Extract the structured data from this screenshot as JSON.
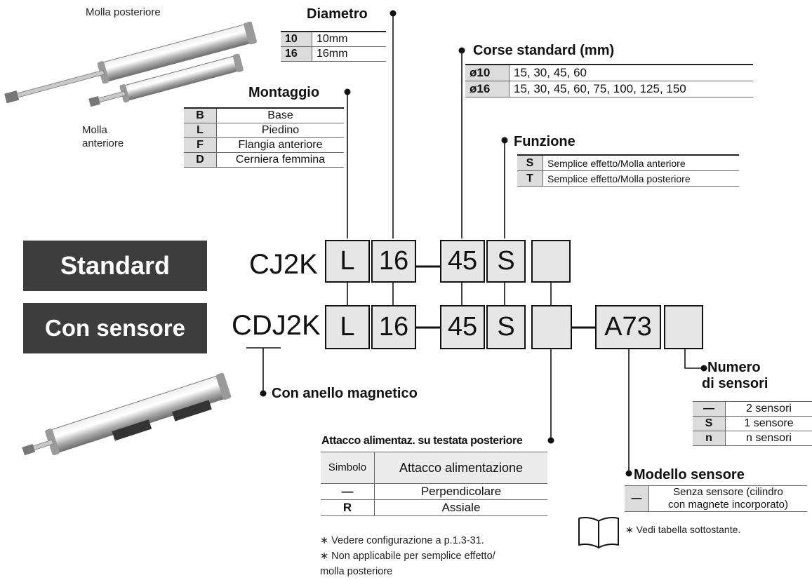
{
  "captions": {
    "rear_spring": "Molla posteriore",
    "front_spring_line1": "Molla",
    "front_spring_line2": "anteriore"
  },
  "diametro": {
    "title": "Diametro",
    "rows": [
      {
        "code": "10",
        "value": "10mm"
      },
      {
        "code": "16",
        "value": "16mm"
      }
    ]
  },
  "corse": {
    "title": "Corse standard (mm)",
    "rows": [
      {
        "code": "ø10",
        "value": "15, 30, 45, 60"
      },
      {
        "code": "ø16",
        "value": "15, 30, 45, 60, 75, 100, 125, 150"
      }
    ]
  },
  "montaggio": {
    "title": "Montaggio",
    "rows": [
      {
        "code": "B",
        "value": "Base"
      },
      {
        "code": "L",
        "value": "Piedino"
      },
      {
        "code": "F",
        "value": "Flangia anteriore"
      },
      {
        "code": "D",
        "value": "Cerniera femmina"
      }
    ]
  },
  "funzione": {
    "title": "Funzione",
    "rows": [
      {
        "code": "S",
        "value": "Semplice effetto/Molla anteriore"
      },
      {
        "code": "T",
        "value": "Semplice effetto/Molla posteriore"
      }
    ]
  },
  "standard": {
    "label": "Standard",
    "model": "CJ2K",
    "mount": "L",
    "diameter": "16",
    "stroke": "45",
    "function": "S",
    "port": ""
  },
  "sensor": {
    "label": "Con sensore",
    "model_prefix": "C",
    "model_d": "D",
    "model_suffix": "J2K",
    "mount": "L",
    "diameter": "16",
    "stroke": "45",
    "function": "S",
    "port": "",
    "switch": "A73",
    "count": ""
  },
  "magnet_note": "Con anello magnetico",
  "attacco": {
    "title": "Attacco alimentaz. su testata posteriore",
    "header_code": "Simbolo",
    "header_desc": "Attacco alimentazione",
    "rows": [
      {
        "code": "—",
        "value": "Perpendicolare"
      },
      {
        "code": "R",
        "value": "Assiale"
      }
    ],
    "notes": [
      "∗ Vedere configurazione a  p.1.3-31.",
      "∗ Non applicabile per semplice effetto/",
      "molla posteriore"
    ]
  },
  "numero": {
    "title_line1": "Numero",
    "title_line2": "di sensori",
    "rows": [
      {
        "code": "—",
        "value": "2 sensori"
      },
      {
        "code": "S",
        "value": "1 sensore"
      },
      {
        "code": "n",
        "value": "n sensori"
      }
    ]
  },
  "modello": {
    "title": "Modello sensore",
    "rows": [
      {
        "code": "—",
        "value_line1": "Senza sensore (cilindro",
        "value_line2": "con magnete incorporato)"
      }
    ],
    "note": "∗ Vedi tabella sottostante."
  },
  "icons": [
    "book-icon",
    "cylinder-photo"
  ]
}
